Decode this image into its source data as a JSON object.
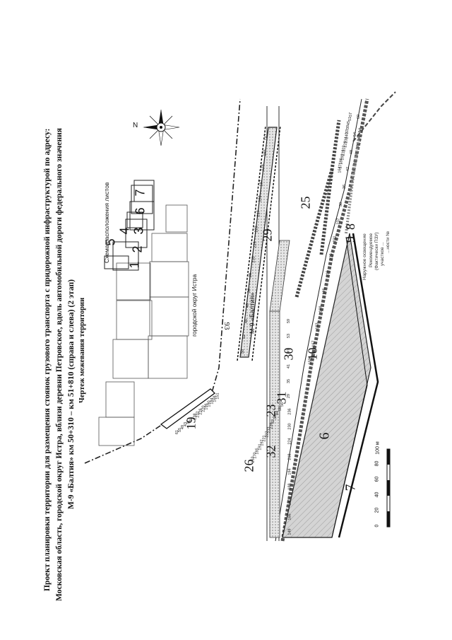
{
  "page_number": "93",
  "title_lines": [
    "Проект планировки территории для размещения стоянок грузового транспорта с придорожной инфраструктурой по адресу:",
    "Московская область, городской округ Истра, вблизи деревни Петровское, вдоль автомобильной дороги федерального значения",
    "М-9 «Балтия» км 50+310 – км 51+810 (справа и слева) (2 этап)",
    "Чертеж межевания территории"
  ],
  "scheme": {
    "title": "Схема расположения листов",
    "sheets": [
      "1",
      "2",
      "3",
      "4",
      "5",
      "6",
      "7"
    ]
  },
  "labels": {
    "district": "городской округ Истра",
    "road": "М-9 «Балтия»",
    "north": "N"
  },
  "zone_numbers": [
    "6",
    "7",
    "8",
    "9",
    "10",
    "19",
    "23",
    "25",
    "26",
    "29",
    "30",
    "31",
    "32"
  ],
  "point_numbers": [
    "147",
    "149",
    "150",
    "151",
    "163",
    "164",
    "165",
    "166",
    "167",
    "169",
    "170",
    "171",
    "179",
    "180",
    "183",
    "184",
    "185",
    "186",
    "187",
    "188",
    "189",
    "190",
    "191",
    "192",
    "193",
    "194",
    "195",
    "196",
    "197",
    "216",
    "217",
    "218",
    "219",
    "220",
    "221",
    "222",
    "223",
    "224",
    "225",
    "226",
    "227",
    "228",
    "229",
    "230",
    "231",
    "232",
    "233",
    "234",
    "235",
    "236",
    "237",
    "238",
    "239",
    "240",
    "28",
    "29",
    "30",
    "31",
    "32",
    "33",
    "34",
    "35",
    "36",
    "37",
    "38",
    "39",
    "40",
    "41",
    "42",
    "43",
    "44",
    "45",
    "46",
    "47",
    "48",
    "49",
    "50",
    "51",
    "52",
    "53",
    "54",
    "55",
    "56",
    "57",
    "58",
    "59",
    "60",
    "61"
  ],
  "scale_bar": {
    "ticks": [
      "0",
      "20",
      "40",
      "60",
      "80",
      "100 м"
    ]
  },
  "legend_notes": [
    "Наружное освещение",
    "Рекомендуемое",
    "(Фактически ПЗУ)",
    "участков ...",
    "...ности №"
  ],
  "colors": {
    "ink": "#111111",
    "hatch": "#6b6b6b",
    "zone_fill": "#c9c9c9"
  }
}
